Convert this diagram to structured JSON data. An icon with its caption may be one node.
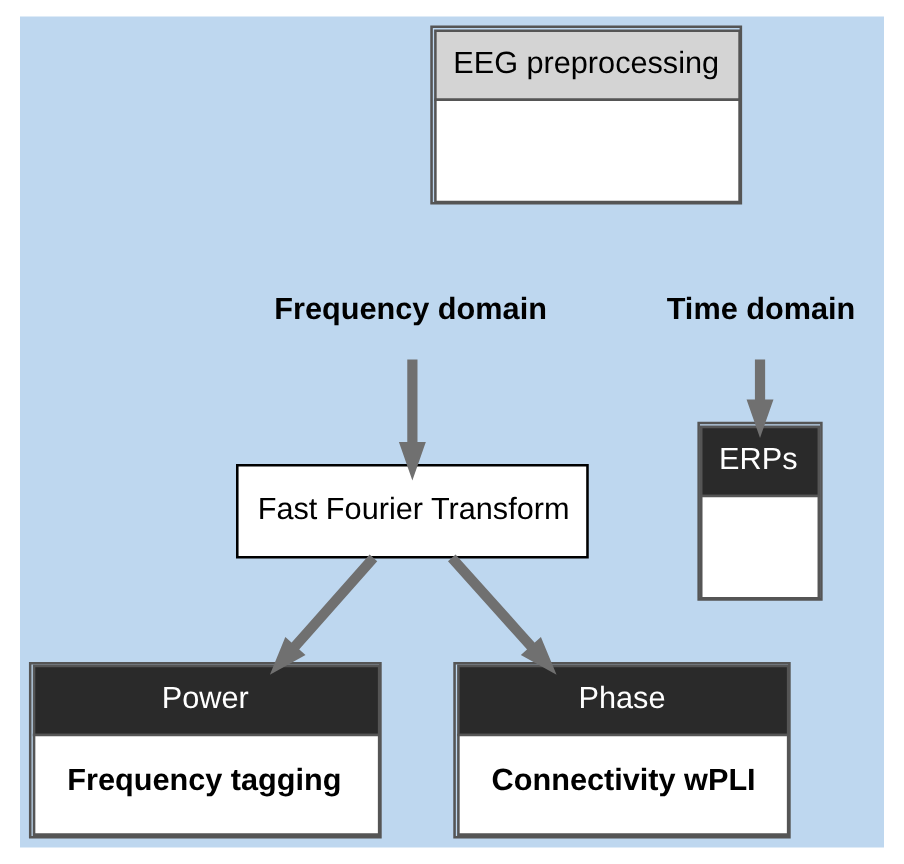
{
  "diagram": {
    "nodes": [
      {
        "text": [
          "EEG preprocessing"
        ]
      },
      {
        "text": [
          "Frequency domain"
        ]
      },
      {
        "text": [
          "Time domain"
        ]
      },
      {
        "text": [
          "Fast Fourier Transform"
        ]
      },
      {
        "text": [
          "ERPs"
        ]
      },
      {
        "text": [
          "Power",
          "Frequency tagging"
        ]
      },
      {
        "text": [
          "Phase",
          "Connectivity wPLI"
        ]
      }
    ],
    "edges": [
      {
        "from": 1,
        "to": 3,
        "arrow": "to"
      },
      {
        "from": 2,
        "to": 4,
        "arrow": "to"
      },
      {
        "from": 3,
        "to": 5,
        "arrow": "to"
      },
      {
        "from": 3,
        "to": 6,
        "arrow": "to"
      }
    ]
  }
}
